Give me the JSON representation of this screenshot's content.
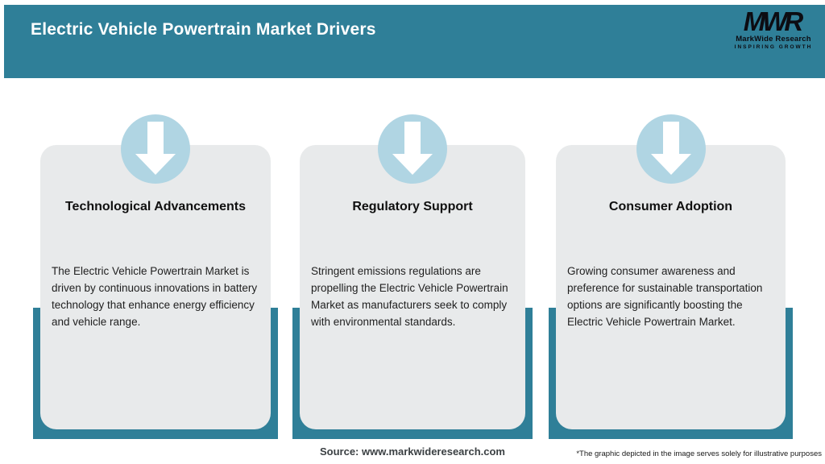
{
  "header": {
    "title": "Electric Vehicle Powertrain Market Drivers",
    "logo": {
      "mark": "MWR",
      "name": "MarkWide Research",
      "tagline": "INSPIRING GROWTH"
    }
  },
  "cards": [
    {
      "icon": "down-arrow-icon",
      "title": "Technological Advancements",
      "body": "The Electric Vehicle Powertrain Market is driven by continuous innovations in battery technology that enhance energy efficiency and vehicle range."
    },
    {
      "icon": "down-arrow-icon",
      "title": "Regulatory Support",
      "body": "Stringent emissions regulations are propelling the Electric Vehicle Powertrain Market as manufacturers seek to comply with environmental standards."
    },
    {
      "icon": "down-arrow-icon",
      "title": "Consumer Adoption",
      "body": "Growing consumer awareness and preference for sustainable transportation options are significantly boosting the Electric Vehicle Powertrain Market."
    }
  ],
  "footer": {
    "source": "Source: www.markwideresearch.com",
    "disclaimer": "*The graphic depicted in the image serves solely for illustrative purposes"
  },
  "icons": {
    "down_arrow": "⬇"
  },
  "colors": {
    "teal": "#2F7F98",
    "circle_blue": "#B0D5E3",
    "card_gray": "#E8EAEB",
    "title_text": "#101010",
    "body_text": "#1F1F1F",
    "header_text": "#FFFFFF",
    "logo_text": "#0C0C12"
  }
}
